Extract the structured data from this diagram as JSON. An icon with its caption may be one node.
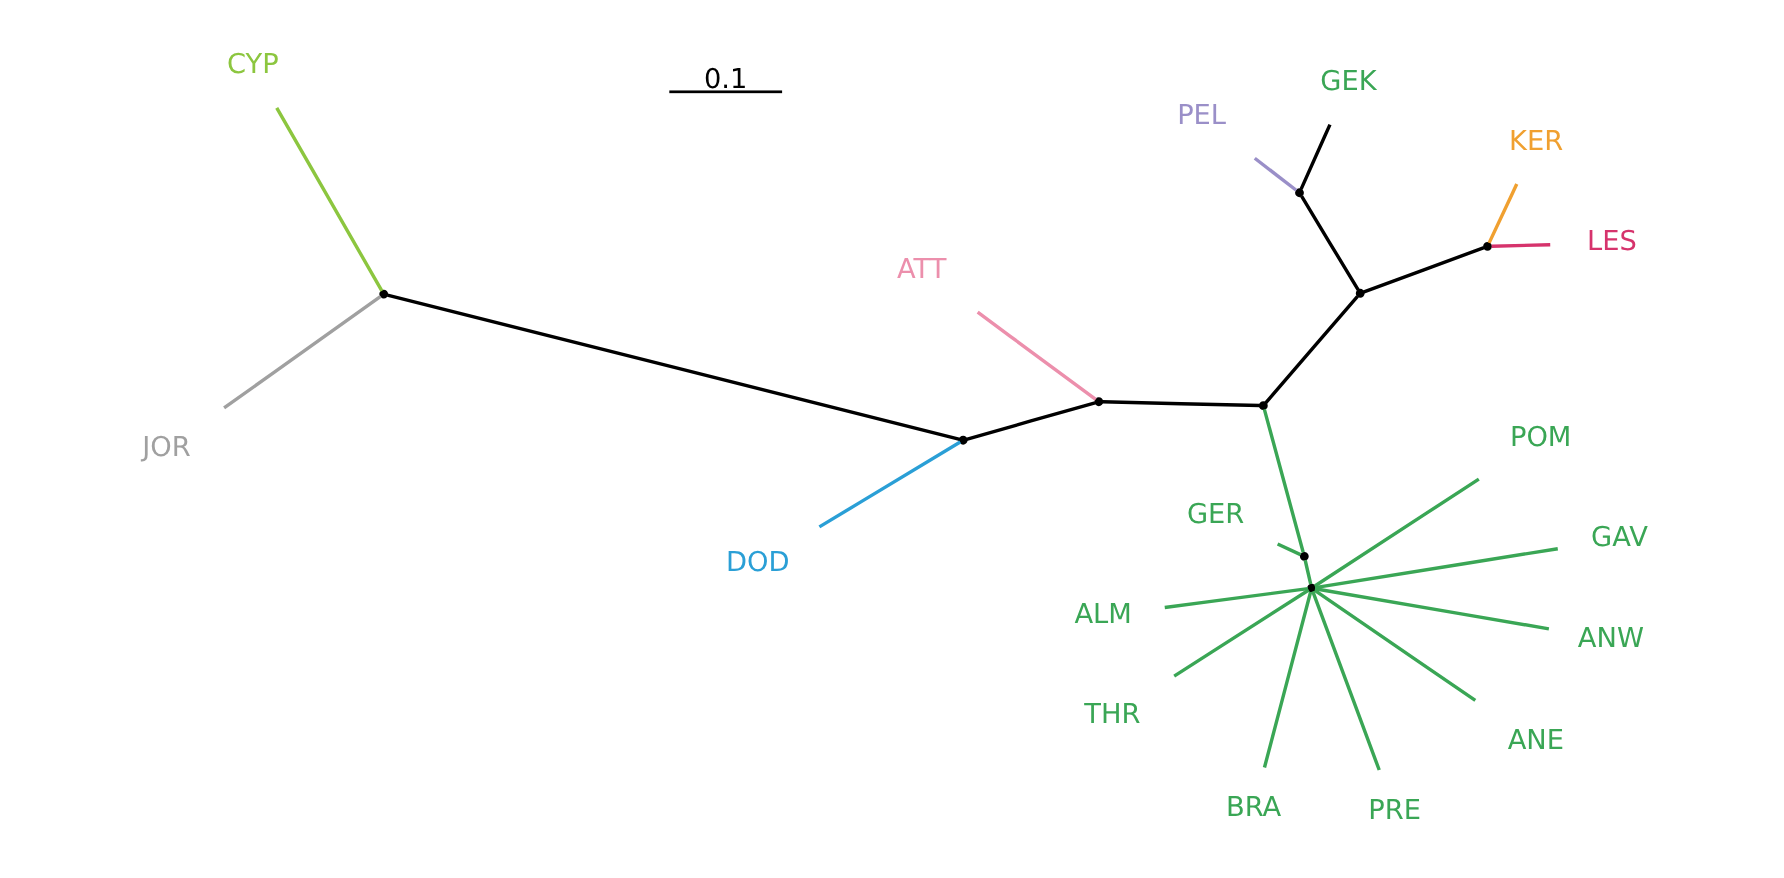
{
  "diagram": {
    "nodes": [
      {
        "text": [
          "JOR"
        ]
      },
      {
        "text": [
          "CYP"
        ]
      },
      {
        "text": [
          "DOD"
        ]
      },
      {
        "text": [
          "ATT"
        ]
      },
      {
        "text": [
          "GEK"
        ]
      },
      {
        "text": [
          "PEL"
        ]
      },
      {
        "text": [
          "KER"
        ]
      },
      {
        "text": [
          "LES"
        ]
      },
      {
        "text": [
          "GER"
        ]
      },
      {
        "text": [
          "BRA"
        ]
      },
      {
        "text": [
          "THR"
        ]
      },
      {
        "text": [
          "ALM"
        ]
      },
      {
        "text": [
          "ANW"
        ]
      },
      {
        "text": [
          "GAV"
        ]
      },
      {
        "text": [
          "POM"
        ]
      },
      {
        "text": [
          "ANE"
        ]
      },
      {
        "text": [
          "PRE"
        ]
      },
      {
        "text": [],
        "shape": "point"
      },
      {
        "text": [],
        "shape": "point"
      },
      {
        "text": [],
        "shape": "point"
      },
      {
        "text": [],
        "shape": "point"
      },
      {
        "text": [],
        "shape": "point"
      },
      {
        "text": [],
        "shape": "point"
      },
      {
        "text": [],
        "shape": "point"
      },
      {
        "text": [],
        "shape": "point"
      },
      {
        "text": [],
        "shape": "point"
      }
    ],
    "edges": [
      {
        "from": 17,
        "to": 0,
        "arrow": "none",
        "color": "#a0a0a0"
      },
      {
        "from": 17,
        "to": 1,
        "arrow": "none",
        "color": "#8cc63f"
      },
      {
        "from": 17,
        "to": 18,
        "arrow": "none",
        "color": "#000000"
      },
      {
        "from": 18,
        "to": 2,
        "arrow": "none",
        "color": "#2a9fd6"
      },
      {
        "from": 18,
        "to": 19,
        "arrow": "none",
        "color": "#000000"
      },
      {
        "from": 19,
        "to": 3,
        "arrow": "none",
        "color": "#ec8fac"
      },
      {
        "from": 19,
        "to": 20,
        "arrow": "none",
        "color": "#000000"
      },
      {
        "from": 20,
        "to": 24,
        "arrow": "none"
      },
      {
        "from": 20,
        "to": 21,
        "arrow": "none",
        "color": "#000000"
      },
      {
        "from": 21,
        "to": 22,
        "arrow": "none",
        "color": "#000000"
      },
      {
        "from": 21,
        "to": 23,
        "arrow": "none",
        "color": "#000000"
      },
      {
        "from": 22,
        "to": 4,
        "arrow": "none",
        "color": "#000000"
      },
      {
        "from": 22,
        "to": 5,
        "arrow": "none",
        "color": "#9a8fc8"
      },
      {
        "from": 23,
        "to": 6,
        "arrow": "none",
        "color": "#f0a030"
      },
      {
        "from": 23,
        "to": 7,
        "arrow": "none",
        "color": "#d6336c"
      },
      {
        "from": 24,
        "to": 8,
        "arrow": "none"
      },
      {
        "from": 24,
        "to": 25,
        "arrow": "none"
      },
      {
        "from": 25,
        "to": 9,
        "arrow": "none"
      },
      {
        "from": 25,
        "to": 10,
        "arrow": "none"
      },
      {
        "from": 25,
        "to": 11,
        "arrow": "none"
      },
      {
        "from": 25,
        "to": 12,
        "arrow": "none"
      },
      {
        "from": 25,
        "to": 13,
        "arrow": "none"
      },
      {
        "from": 25,
        "to": 14,
        "arrow": "none"
      },
      {
        "from": 25,
        "to": 15,
        "arrow": "none"
      },
      {
        "from": 25,
        "to": 16,
        "arrow": "none"
      }
    ],
    "labels": [
      "0.1"
    ]
  }
}
